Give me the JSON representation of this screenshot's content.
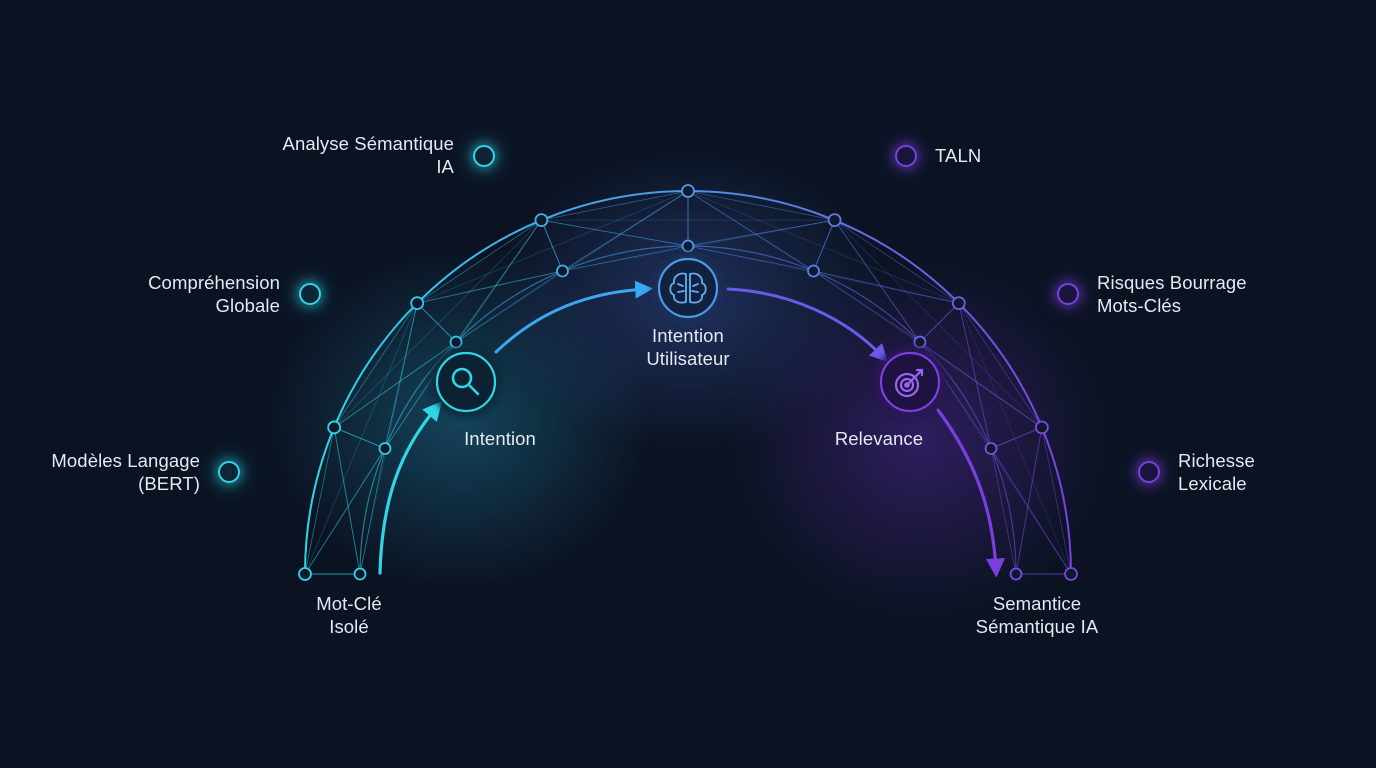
{
  "colors": {
    "background": "#0b1322",
    "cyan": "#2fd6e6",
    "blue": "#3aa8f0",
    "purple": "#7b3fe0",
    "text": "#e4e9f2"
  },
  "side_tags": {
    "analyse": {
      "line1": "Analyse Sémantique",
      "line2": "IA",
      "color": "cyan"
    },
    "comprehension": {
      "line1": "Compréhension",
      "line2": "Globale",
      "color": "cyan"
    },
    "modeles": {
      "line1": "Modèles Langage",
      "line2": "(BERT)",
      "color": "cyan"
    },
    "taln": {
      "line1": "TALN",
      "color": "purple"
    },
    "risques": {
      "line1": "Risques Bourrage",
      "line2": "Mots-Clés",
      "color": "purple"
    },
    "richesse": {
      "line1": "Richesse",
      "line2": "Lexicale",
      "color": "purple"
    }
  },
  "stages": {
    "start": {
      "line1": "Mot-Clé",
      "line2": "Isolé"
    },
    "intention": {
      "label": "Intention",
      "icon": "magnifier-icon"
    },
    "utilisateur": {
      "line1": "Intention",
      "line2": "Utilisateur",
      "icon": "brain-icon"
    },
    "relevance": {
      "label": "Relevance",
      "icon": "target-icon"
    },
    "end": {
      "line1": "Semantice",
      "line2": "Sémantique IA"
    }
  }
}
